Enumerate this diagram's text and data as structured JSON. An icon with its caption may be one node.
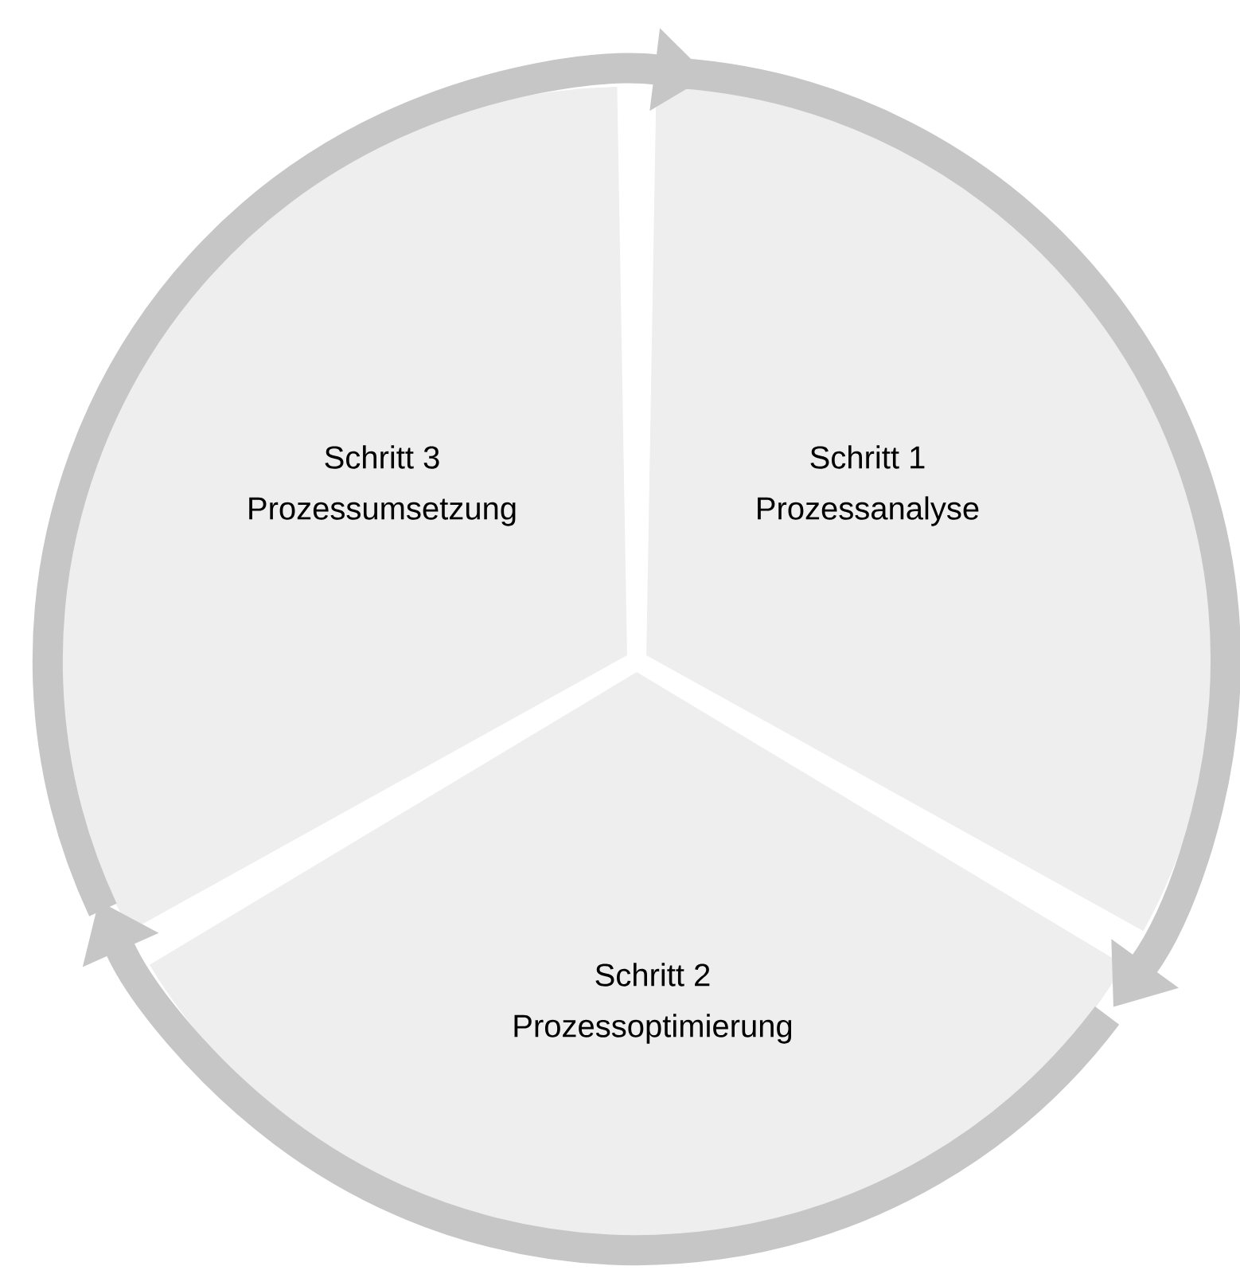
{
  "diagram": {
    "nodes": [
      {
        "text": [
          "Schritt 1",
          "Prozessanalyse"
        ]
      },
      {
        "text": [
          "Schritt 2",
          "Prozessoptimierung"
        ]
      },
      {
        "text": [
          "Schritt 3",
          "Prozessumsetzung"
        ]
      }
    ],
    "edges": [
      {
        "from": 0,
        "to": 1,
        "arrow": "to"
      },
      {
        "from": 1,
        "to": 2,
        "arrow": "to"
      },
      {
        "from": 2,
        "to": 0,
        "arrow": "to"
      }
    ]
  }
}
